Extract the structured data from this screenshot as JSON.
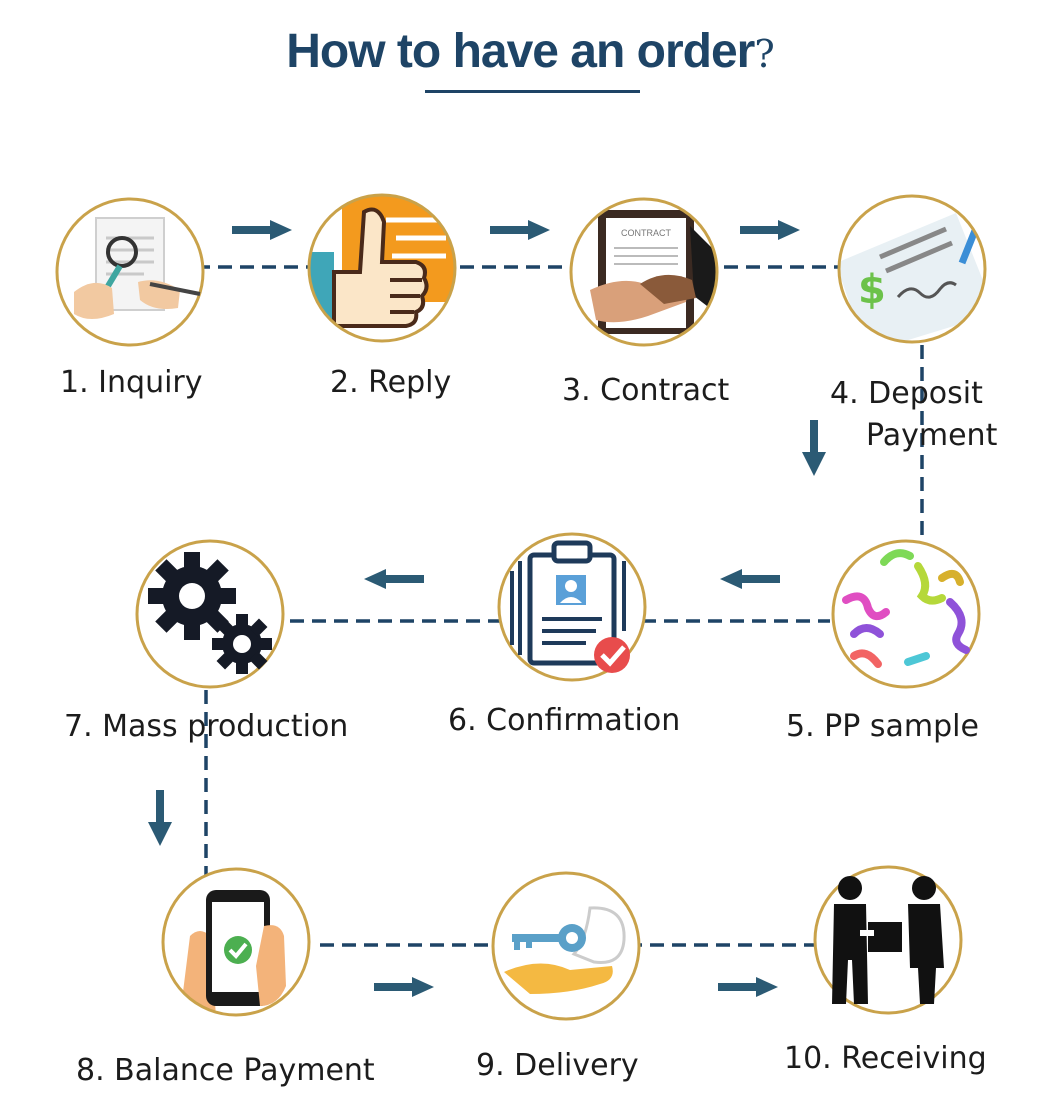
{
  "title": {
    "main": "How to have an order",
    "mark": "?"
  },
  "steps": [
    {
      "label": "1. Inquiry",
      "icon": "magnifier-document-icon"
    },
    {
      "label": "2. Reply",
      "icon": "thumbs-up-icon"
    },
    {
      "label": "3. Contract",
      "icon": "handshake-contract-icon"
    },
    {
      "label_line1": "4. Deposit",
      "label_line2": "Payment",
      "icon": "check-signature-icon"
    },
    {
      "label": "5.  PP sample",
      "icon": "ribbons-icon"
    },
    {
      "label": "6.  Confirmation",
      "icon": "clipboard-check-icon"
    },
    {
      "label": "7.  Mass production",
      "icon": "gears-icon"
    },
    {
      "label": "8.  Balance Payment",
      "icon": "phone-check-icon"
    },
    {
      "label": "9.  Delivery",
      "icon": "key-handover-icon"
    },
    {
      "label": "10. Receiving",
      "icon": "people-receiving-icon"
    }
  ],
  "colors": {
    "accent": "#1e4466",
    "circle_border": "#c9a24a",
    "arrow": "#2b5a74",
    "orange": "#f39a1e",
    "green": "#5cbf3d",
    "red": "#e84c4c"
  }
}
